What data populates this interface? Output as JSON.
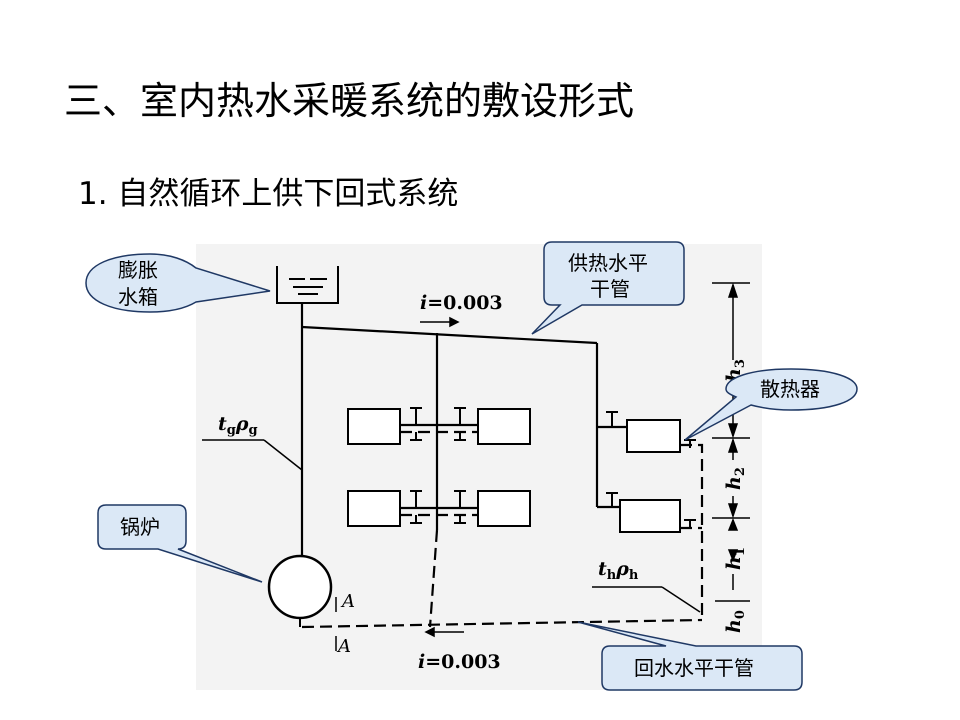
{
  "title": "三、室内热水采暖系统的敷设形式",
  "subtitle": "1. 自然循环上供下回式系统",
  "callouts": {
    "expansion_tank": [
      "膨胀",
      "水箱"
    ],
    "supply_main": [
      "供热水平",
      "干管"
    ],
    "radiator": "散热器",
    "boiler": "锅炉",
    "return_main": "回水水平干管"
  },
  "labels": {
    "slope_var": "i",
    "slope_value": "=0.003",
    "supply_temp": {
      "t": "t",
      "t_sub": "g",
      "rho": "ρ",
      "rho_sub": "g"
    },
    "return_temp": {
      "t": "t",
      "t_sub": "h",
      "rho": "ρ",
      "rho_sub": "h"
    },
    "section": "A",
    "heights": [
      {
        "h": "h",
        "sub": "3"
      },
      {
        "h": "h",
        "sub": "2"
      },
      {
        "h": "h",
        "sub": "1"
      },
      {
        "h": "h",
        "sub": "0"
      }
    ]
  },
  "colors": {
    "callout_fill": "#dbe8f6",
    "callout_stroke": "#1f3864",
    "line": "#000000",
    "panel": "#f2f2f2"
  }
}
